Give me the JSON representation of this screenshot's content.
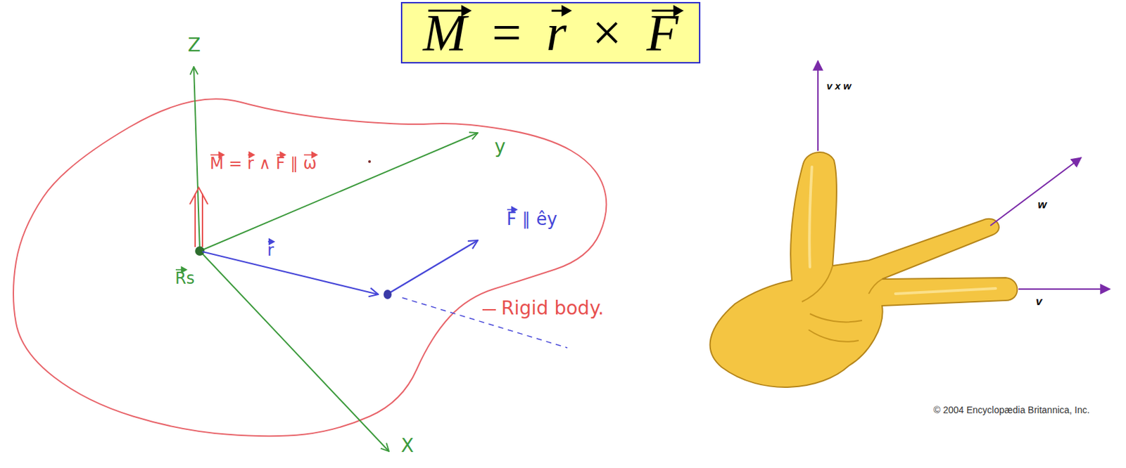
{
  "diagram": {
    "nodes": [
      {
        "text": [
          "M = r × F"
        ]
      }
    ],
    "labels": [
      "Z",
      "y",
      "X",
      "M = r ∧ F ∥ ω",
      "Rs",
      "r",
      "F ∥ êy",
      "Rigid body.",
      "v x w",
      "w",
      "v",
      "© 2004 Encyclopædia Britannica, Inc."
    ]
  }
}
